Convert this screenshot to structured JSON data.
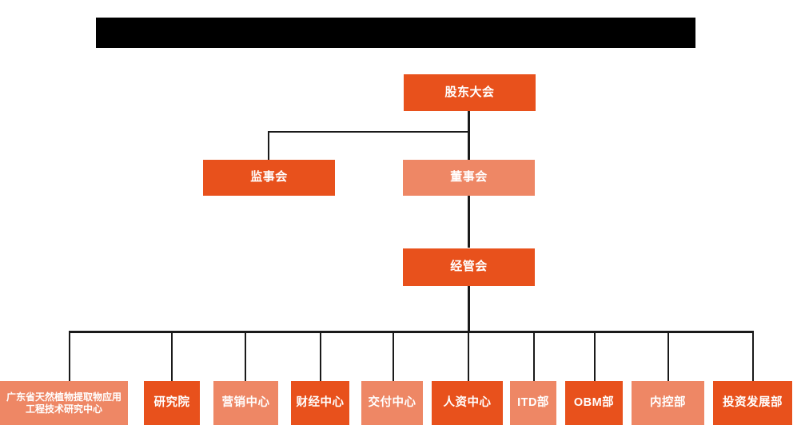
{
  "diagram": {
    "type": "org-chart",
    "title_bar": {
      "label": "",
      "redacted": true,
      "color": "#000000"
    },
    "colors": {
      "accent_dark": "#E8511C",
      "accent_light": "#EE8765",
      "line": "#1a1a1a",
      "background": "#FFFFFF",
      "text": "#FFFFFF"
    },
    "levels": {
      "level1": [
        {
          "label": "股东大会",
          "tone": "dark"
        }
      ],
      "level2": [
        {
          "label": "监事会",
          "tone": "dark"
        },
        {
          "label": "董事会",
          "tone": "light"
        }
      ],
      "level3": [
        {
          "label": "经管会",
          "tone": "dark"
        }
      ],
      "level4": [
        {
          "label": "广东省天然植物提取物应用工程技术研究中心",
          "tone": "light"
        },
        {
          "label": "研究院",
          "tone": "dark"
        },
        {
          "label": "营销中心",
          "tone": "light"
        },
        {
          "label": "财经中心",
          "tone": "dark"
        },
        {
          "label": "交付中心",
          "tone": "light"
        },
        {
          "label": "人资中心",
          "tone": "dark"
        },
        {
          "label": "ITD部",
          "tone": "light"
        },
        {
          "label": "OBM部",
          "tone": "dark"
        },
        {
          "label": "内控部",
          "tone": "light"
        },
        {
          "label": "投资发展部",
          "tone": "dark"
        }
      ]
    }
  }
}
